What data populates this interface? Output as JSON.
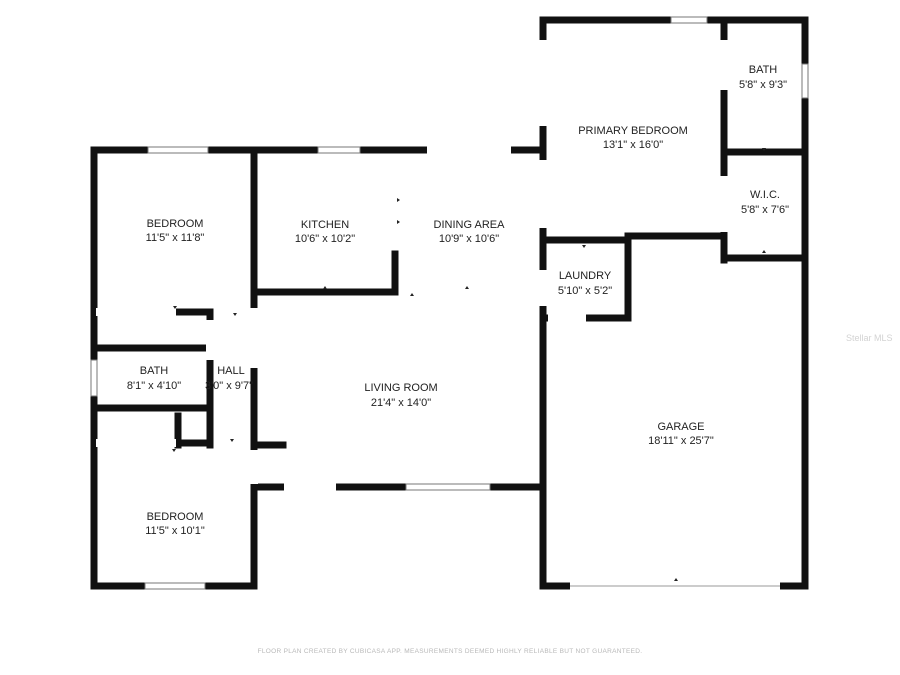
{
  "plan": {
    "rooms": [
      {
        "id": "bedroom-1",
        "name": "BEDROOM",
        "dims": "11'5\" x 11'8\""
      },
      {
        "id": "kitchen",
        "name": "KITCHEN",
        "dims": "10'6\" x 10'2\""
      },
      {
        "id": "dining-area",
        "name": "DINING AREA",
        "dims": "10'9\" x 10'6\""
      },
      {
        "id": "primary-bedroom",
        "name": "PRIMARY BEDROOM",
        "dims": "13'1\" x 16'0\""
      },
      {
        "id": "primary-bath",
        "name": "BATH",
        "dims": "5'8\" x 9'3\""
      },
      {
        "id": "wic",
        "name": "W.I.C.",
        "dims": "5'8\" x 7'6\""
      },
      {
        "id": "laundry",
        "name": "LAUNDRY",
        "dims": "5'10\" x 5'2\""
      },
      {
        "id": "bath-2",
        "name": "BATH",
        "dims": "8'1\" x 4'10\""
      },
      {
        "id": "hall",
        "name": "HALL",
        "dims": "3'0\" x 9'7\""
      },
      {
        "id": "living-room",
        "name": "LIVING ROOM",
        "dims": "21'4\" x 14'0\""
      },
      {
        "id": "garage",
        "name": "GARAGE",
        "dims": "18'11\" x 25'7\""
      },
      {
        "id": "bedroom-2",
        "name": "BEDROOM",
        "dims": "11'5\" x 10'1\""
      }
    ]
  },
  "footer_note": "FLOOR PLAN CREATED BY CUBICASA APP. MEASUREMENTS DEEMED HIGHLY RELIABLE BUT NOT GUARANTEED.",
  "watermark": "Stellar MLS"
}
